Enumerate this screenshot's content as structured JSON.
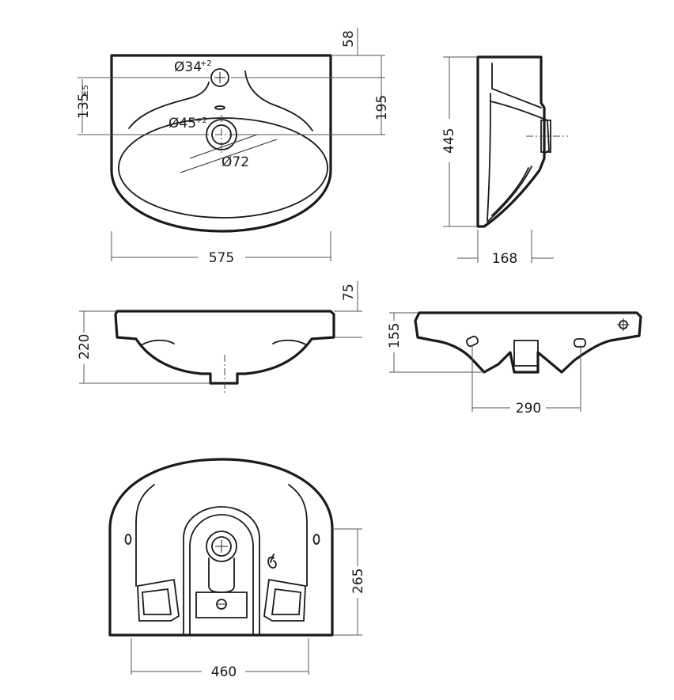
{
  "colors": {
    "line": "#1a1a1a",
    "dimension": "#555555",
    "background": "#ffffff"
  },
  "top_view": {
    "width": "575",
    "depth": "445",
    "tap_hole": {
      "label": "Ø34",
      "tol": "+2"
    },
    "drain_hole": {
      "label": "Ø45",
      "tol": "+2"
    },
    "drain_outer": "Ø72",
    "tap_offset": "58",
    "drain_offset": "195",
    "tap_to_drain": "135",
    "tap_to_drain_tol": "±5"
  },
  "side_view": {
    "depth": "168"
  },
  "front_view": {
    "height": "220",
    "rim": "75"
  },
  "back_view": {
    "height": "155",
    "mount_spacing": "290"
  },
  "bottom_view": {
    "mount_spacing": "460",
    "mount_offset": "265"
  }
}
